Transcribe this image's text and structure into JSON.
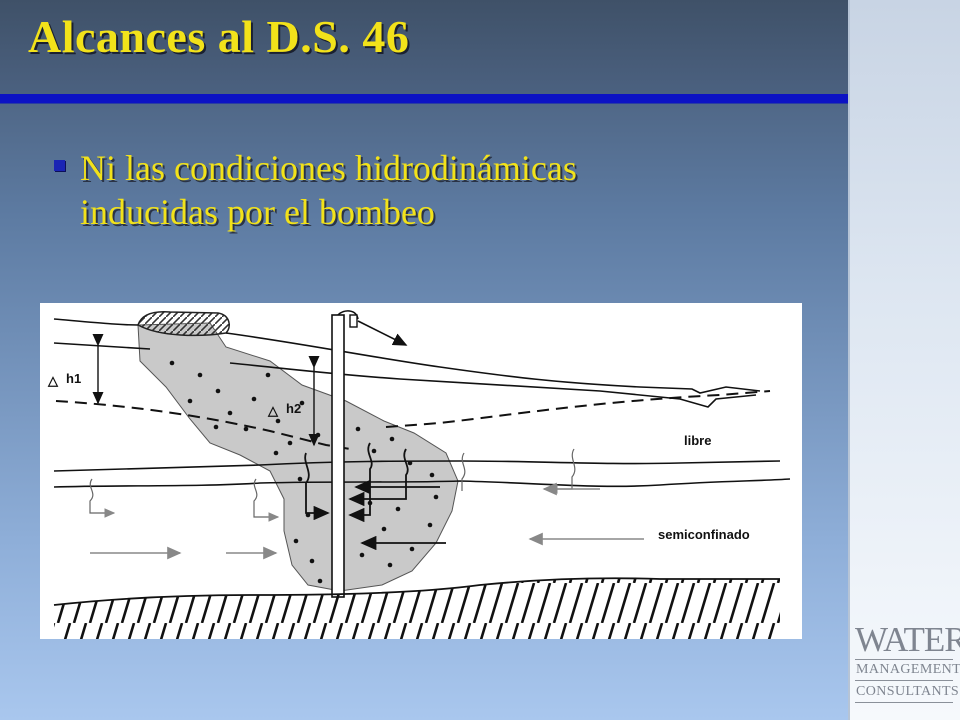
{
  "slide": {
    "title": "Alcances al D.S. 46",
    "bullets": [
      {
        "line1": "Ni las condiciones hidrodinámicas",
        "line2": "inducidas por el bombeo"
      }
    ]
  },
  "diagram": {
    "labels": {
      "dh1": "h1",
      "dh2": "h2",
      "delta": "△",
      "libre": "libre",
      "semiconfinado": "semiconfinado"
    }
  },
  "logo": {
    "word1": "WATER",
    "word2": "MANAGEMENT",
    "word3": "CONSULTANTS"
  },
  "colors": {
    "title": "#f2e21a",
    "accent_rule": "#0c12c4",
    "bullet": "#1a24b4"
  }
}
